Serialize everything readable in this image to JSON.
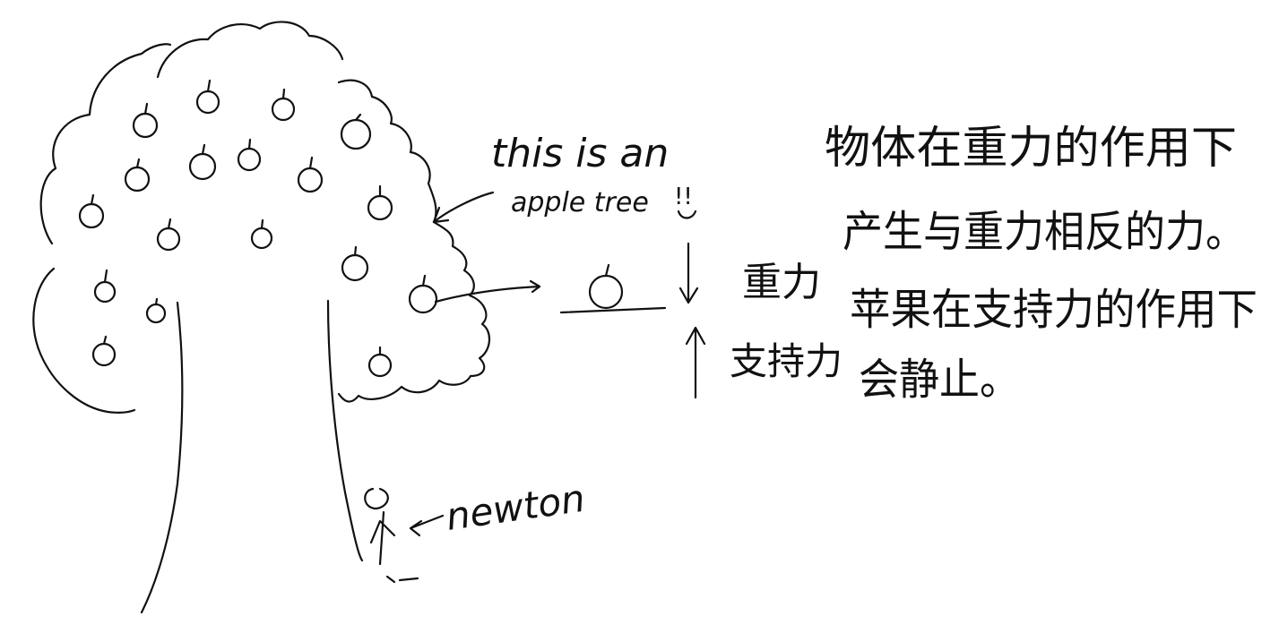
{
  "labels": {
    "tree_note_line1": "this is an",
    "tree_note_line2": "apple tree",
    "smiley": "!!",
    "person_label": "newton",
    "gravity": "重力",
    "support": "支持力"
  },
  "explanation": {
    "line1": "物体在重力的作用下",
    "line2": "产生与重力相反的力。",
    "line3": "苹果在支持力的作用下",
    "line4": "会静止。"
  },
  "colors": {
    "ink": "#111111",
    "paper": "#ffffff"
  }
}
